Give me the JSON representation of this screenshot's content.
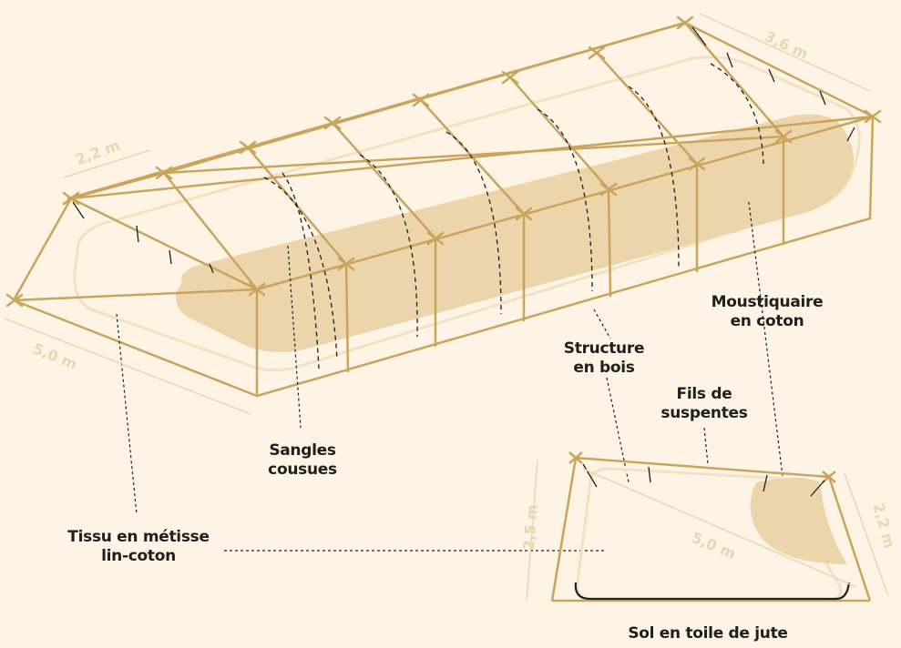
{
  "labels": {
    "fabric": [
      "Tissu en métisse",
      "lin-coton"
    ],
    "straps": [
      "Sangles",
      "cousues"
    ],
    "structure": [
      "Structure",
      "en bois"
    ],
    "suspension": [
      "Fils de",
      "suspentes"
    ],
    "mosquito_net": [
      "Moustiquaire",
      "en coton"
    ],
    "floor": "Sol en toile de jute"
  },
  "dimensions": {
    "main_width": "2,2 m",
    "main_length": "5,0 m",
    "main_depth": "3,6 m",
    "side_height": "2,5 m",
    "side_length": "5,0 m",
    "side_width": "2,2 m"
  },
  "colors": {
    "background": "#fdf4e6",
    "frame": "#c9a55c",
    "net_fill": "#ecd5ab",
    "fabric_outline": "#f0e2c2",
    "dimension_text": "#ead6b0",
    "label_text": "#1f1f1f"
  }
}
